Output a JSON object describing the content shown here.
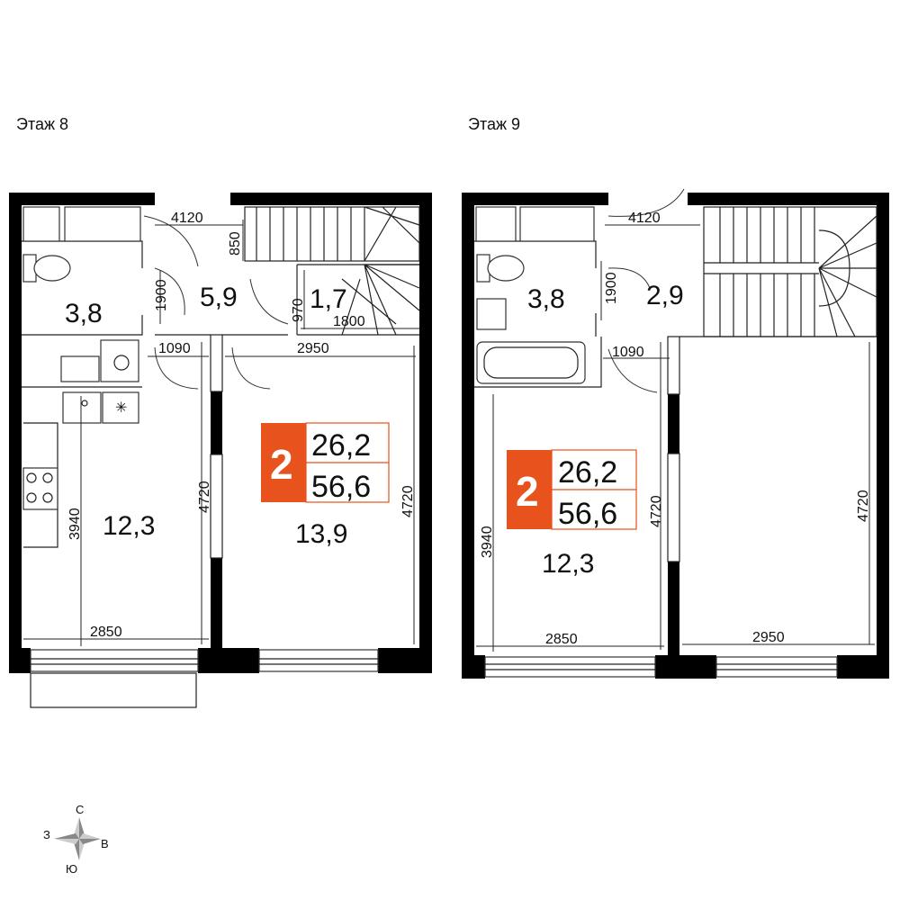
{
  "floors": [
    {
      "title": "Этаж 8",
      "rooms": {
        "bathroom": "3,8",
        "hall": "5,9",
        "stairs": "1,7",
        "kitchen": "12,3",
        "living": "13,9"
      },
      "dims": {
        "top": "4120",
        "d850": "850",
        "d1900": "1900",
        "d970": "970",
        "d1800": "1800",
        "d1090": "1090",
        "d2950": "2950",
        "d3940": "3940",
        "d4720_left": "4720",
        "d4720_right": "4720",
        "d2850": "2850"
      }
    },
    {
      "title": "Этаж 9",
      "rooms": {
        "bathroom": "3,8",
        "hall": "2,9",
        "bedroom": "12,3"
      },
      "dims": {
        "top": "4120",
        "d1900": "1900",
        "d1090": "1090",
        "d3940": "3940",
        "d4720_left": "4720",
        "d4720_right": "4720",
        "d2850": "2850",
        "d2950": "2950"
      }
    }
  ],
  "badge": {
    "rooms": "2",
    "living_area": "26,2",
    "total_area": "56,6",
    "accent_color": "#e8521c"
  },
  "compass": {
    "north": "С",
    "west": "З",
    "east": "В",
    "south": "Ю"
  }
}
